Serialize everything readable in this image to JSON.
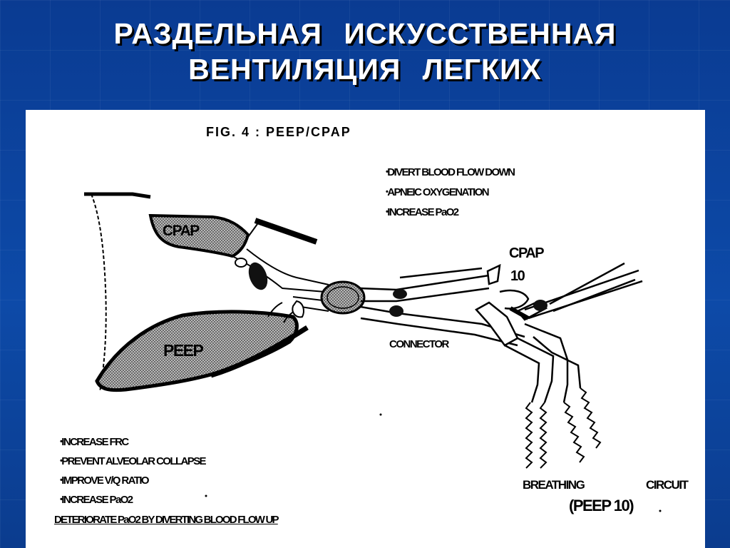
{
  "slide": {
    "title_line1": "РАЗДЕЛЬНАЯ   ИСКУССТВЕННАЯ",
    "title_line2": "ВЕНТИЛЯЦИЯ   ЛЕГКИХ"
  },
  "figure": {
    "title": "FIG. 4 : PEEP/CPAP",
    "top_list": [
      "DIVERT BLOOD FLOW DOWN",
      "APNEIC OXYGENATION",
      "INCREASE PaO2"
    ],
    "bottom_list": [
      "INCREASE FRC",
      "PREVENT ALVEOLAR COLLAPSE",
      "IMPROVE V/Q RATIO",
      "INCREASE PaO2"
    ],
    "bottom_note": "DETERIORATE PaO2 BY DIVERTING BLOOD FLOW UP",
    "labels": {
      "cpap_lung": "CPAP",
      "peep_lung": "PEEP",
      "cpap10_line1": "CPAP",
      "cpap10_line2": "10",
      "connector": "CONNECTOR",
      "breathing": "BREATHING",
      "circuit": "CIRCUIT",
      "peep10": "(PEEP 10)"
    }
  },
  "colors": {
    "background": "#0d3d8c",
    "title_text": "#ffffff",
    "panel": "#ffffff",
    "ink": "#000000",
    "lung_fill": "#9a9a9a"
  }
}
